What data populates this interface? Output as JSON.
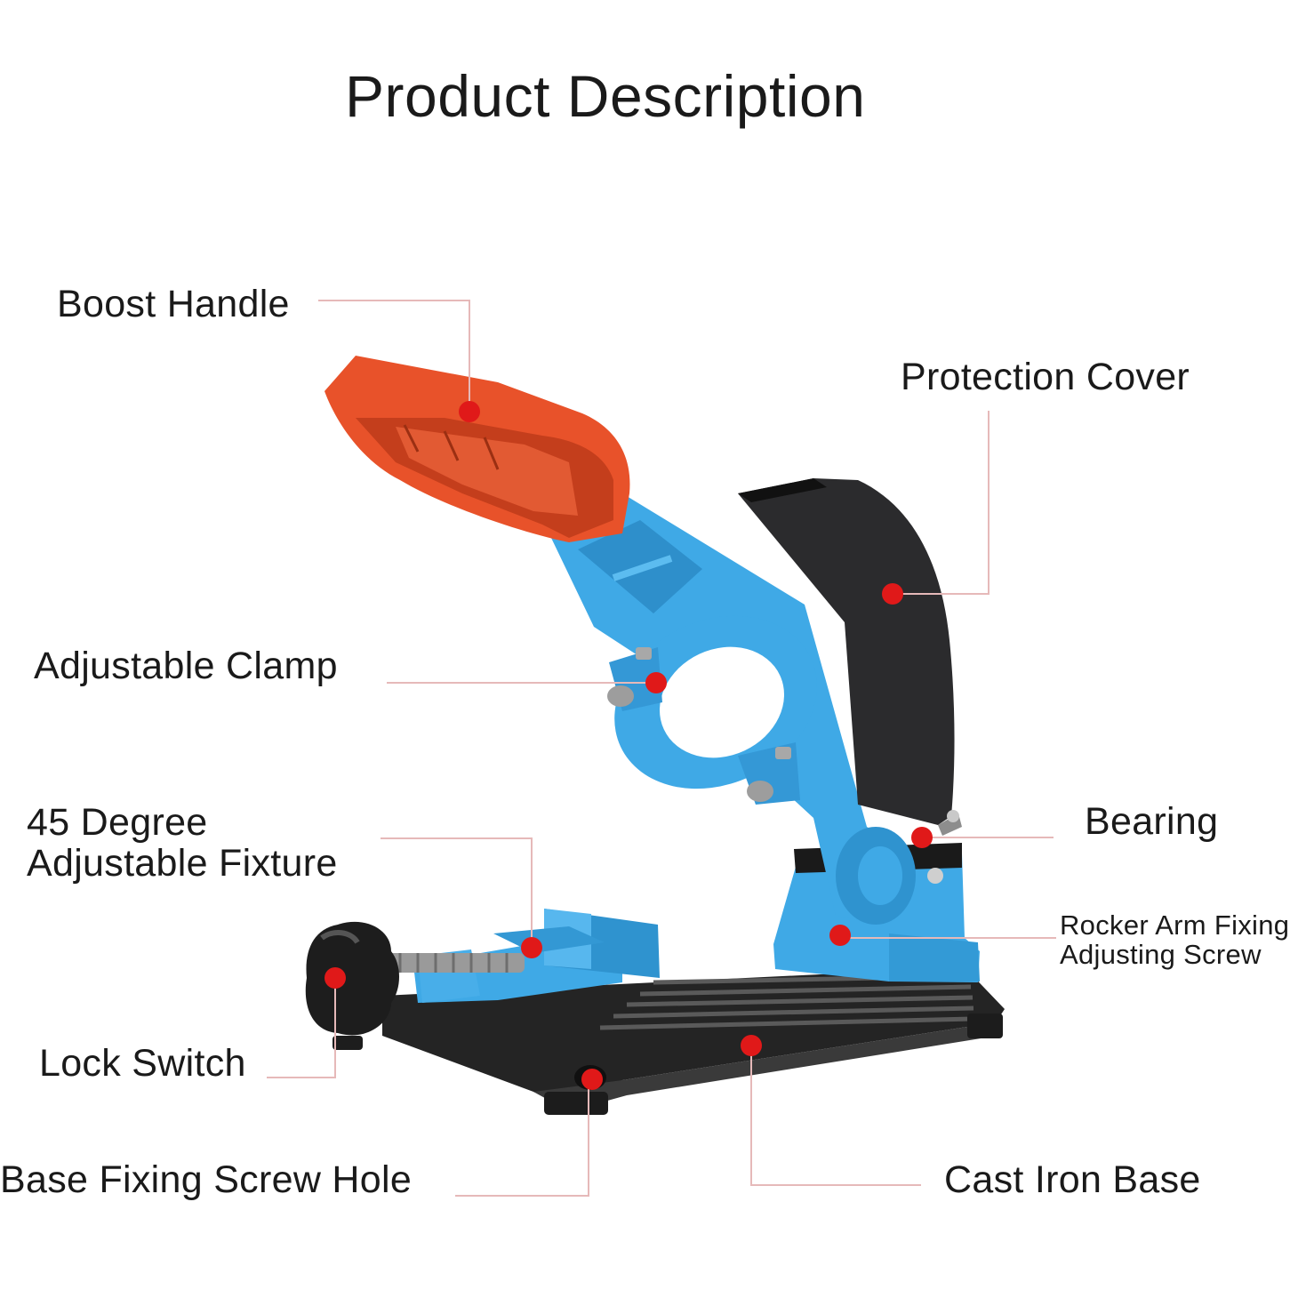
{
  "title": "Product Description",
  "labels": {
    "boost_handle": "Boost Handle",
    "protection_cover": "Protection Cover",
    "adjustable_clamp": "Adjustable Clamp",
    "fixture_line1": "45 Degree",
    "fixture_line2": "Adjustable Fixture",
    "bearing": "Bearing",
    "rocker_line1": "Rocker Arm Fixing",
    "rocker_line2": "Adjusting Screw",
    "lock_switch": "Lock Switch",
    "base_screw_hole": "Base Fixing Screw Hole",
    "cast_iron_base": "Cast Iron Base"
  },
  "colors": {
    "frame_blue": "#3fa9e6",
    "handle_orange": "#e8522a",
    "cover_dark": "#2b2b2d",
    "base_dark": "#262626",
    "marker_red": "#e01919",
    "leader_line": "#e6b9b9"
  }
}
